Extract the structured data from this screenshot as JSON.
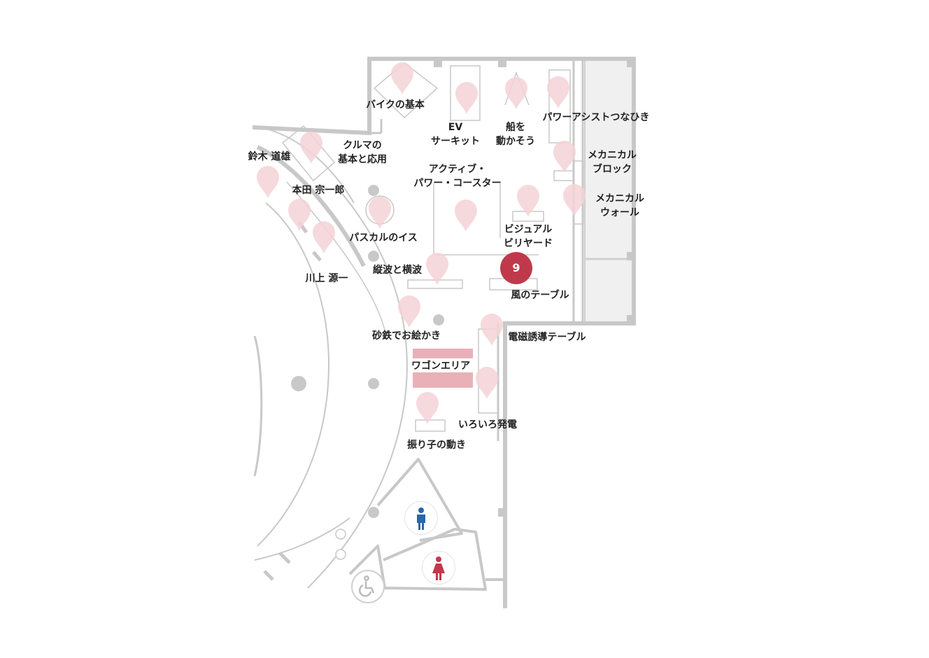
{
  "colors": {
    "wall": "#c8c8c8",
    "pin_fill": "#f4d2d6",
    "spot_fill": "#c0394b",
    "wagon_fill": "#e8b1b8",
    "storage_fill": "#f0f0f0",
    "male_icon": "#2b66a8",
    "female_icon": "#c0394b",
    "accessible_icon": "#bbbbbb"
  },
  "current_spot": {
    "number": "9"
  },
  "wagon_area": {
    "label": "ワゴンエリア"
  },
  "exhibits": [
    {
      "id": "bike-basics",
      "lines": [
        "バイクの基本"
      ]
    },
    {
      "id": "ev-circuit",
      "lines": [
        "EV",
        "サーキット"
      ]
    },
    {
      "id": "move-boat",
      "lines": [
        "船を",
        "動かそう"
      ]
    },
    {
      "id": "power-assist-tug",
      "lines": [
        "パワーアシストつなひき"
      ]
    },
    {
      "id": "car-basics",
      "lines": [
        "クルマの",
        "基本と応用"
      ]
    },
    {
      "id": "suzuki-michio",
      "lines": [
        "鈴木 道雄"
      ]
    },
    {
      "id": "honda-soichiro",
      "lines": [
        "本田 宗一郎"
      ]
    },
    {
      "id": "mechanical-block",
      "lines": [
        "メカニカル",
        "ブロック"
      ]
    },
    {
      "id": "active-power-coaster",
      "lines": [
        "アクティブ・",
        "パワー・コースター"
      ]
    },
    {
      "id": "mechanical-wall",
      "lines": [
        "メカニカル",
        "ウォール"
      ]
    },
    {
      "id": "visual-billiards",
      "lines": [
        "ビジュアル",
        "ビリヤード"
      ]
    },
    {
      "id": "pascal-chair",
      "lines": [
        "パスカルのイス"
      ]
    },
    {
      "id": "kawakami-genichi",
      "lines": [
        "川上 源一"
      ]
    },
    {
      "id": "longitudinal-transverse-waves",
      "lines": [
        "縦波と横波"
      ]
    },
    {
      "id": "wind-table",
      "lines": [
        "風のテーブル"
      ]
    },
    {
      "id": "iron-sand-drawing",
      "lines": [
        "砂鉄でお絵かき"
      ]
    },
    {
      "id": "em-induction-table",
      "lines": [
        "電磁誘導テーブル"
      ]
    },
    {
      "id": "various-power-generation",
      "lines": [
        "いろいろ発電"
      ]
    },
    {
      "id": "pendulum-motion",
      "lines": [
        "振り子の動き"
      ]
    }
  ],
  "facilities": [
    {
      "id": "restroom-men",
      "icon": "male-restroom-icon"
    },
    {
      "id": "restroom-women",
      "icon": "female-restroom-icon"
    },
    {
      "id": "restroom-accessible",
      "icon": "wheelchair-icon"
    }
  ]
}
